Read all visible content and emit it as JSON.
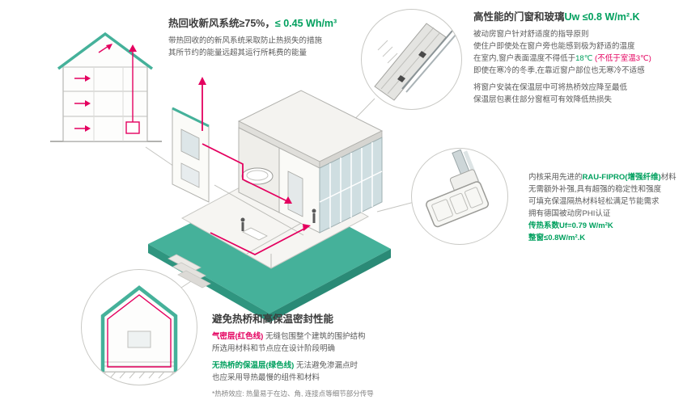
{
  "colors": {
    "teal": "#45b19a",
    "green": "#00a05e",
    "red": "#e4005f",
    "dark": "#3c3c3c",
    "body_text": "#5a5a5a"
  },
  "ventilation": {
    "title_dark": "热回收新风系统≥75%，",
    "title_green": "≤ 0.45 Wh/m³",
    "body1": "带热回收的的新风系统采取防止热损失的措施",
    "body2": "其所节约的能量远超其运行所耗费的能量"
  },
  "windows": {
    "title_dark": "高性能的门窗和玻璃",
    "title_green": "Uw ≤0.8 W/m².K",
    "line1": "被动房窗户针对舒适度的指导原则",
    "line2": "使住户即使处在窗户旁也能感到极为舒适的温度",
    "line3_pre": "在室内,窗户表面温度不得低于",
    "line3_green": "18℃",
    "line3_red": " (不低于室温3℃)",
    "line4": "即使在寒冷的冬季,在靠近窗户部位也无寒冷不适感",
    "line5": "将窗户安装在保温层中可将热桥效应降至最低",
    "line6": "保温层包裹住部分窗框可有效降低热损失"
  },
  "profile": {
    "line1_pre": "内核采用先进的",
    "line1_green": "RAU-FIPRO(增强纤维)",
    "line1_post": "材料",
    "line2": "无需额外补强,具有超强的稳定性和强度",
    "line3": "可填充保温隔热材料轻松满足节能需求",
    "line4": "拥有德国被动房PHI认证",
    "line5": "传热系数Uf=0.79 W/m²K",
    "line6": "整窗≤0.8W/m².K"
  },
  "thermal": {
    "title": "避免热桥和高保温密封性能",
    "line1_red": "气密层(红色线)",
    "line1_rest": " 无缝包围整个建筑的围护结构",
    "line2": "所选用材料和节点应在设计阶段明确",
    "line3_green": "无热桥的保温层(绿色线)",
    "line3_rest": " 无法避免渗漏点时",
    "line4": "也应采用导热最慢的组件和材料",
    "footnote": "*热桥效应: 热量易于在边、角, 连接点等细节部分传导"
  },
  "illustrations": {
    "main": "isometric-house-cutaway",
    "top_left": "heat-recovery-ventilation-section",
    "circle_top_right": "window-corner-detail",
    "circle_right": "window-profile-detail",
    "circle_bottom_left": "insulation-envelope-house"
  }
}
